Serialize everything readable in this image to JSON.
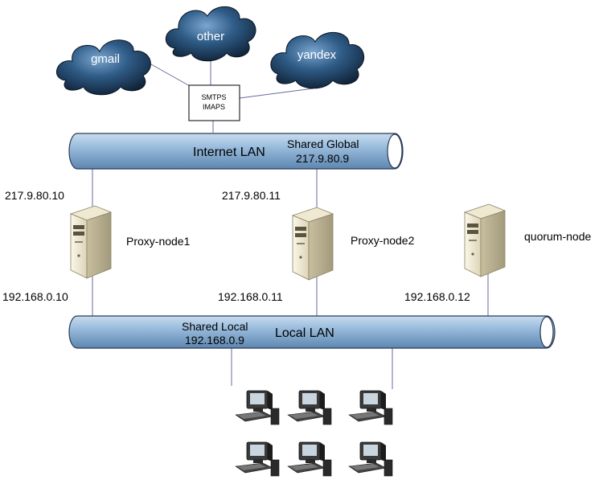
{
  "clouds": {
    "gmail": "gmail",
    "other": "other",
    "yandex": "yandex"
  },
  "gateway": {
    "line1": "SMTPS",
    "line2": "IMAPS"
  },
  "internet_lan": {
    "label": "Internet LAN",
    "shared_label": "Shared Global",
    "shared_ip": "217.9.80.9"
  },
  "local_lan": {
    "label": "Local LAN",
    "shared_label": "Shared Local",
    "shared_ip": "192.168.0.9"
  },
  "nodes": {
    "proxy1": {
      "name": "Proxy-node1",
      "public_ip": "217.9.80.10",
      "local_ip": "192.168.0.10"
    },
    "proxy2": {
      "name": "Proxy-node2",
      "public_ip": "217.9.80.11",
      "local_ip": "192.168.0.11"
    },
    "quorum": {
      "name": "quorum-node",
      "local_ip": "192.168.0.12"
    }
  },
  "colors": {
    "pipe_fill": "#8fb4d6",
    "pipe_stroke": "#2a3a55",
    "cloud_dark": "#0f2238",
    "cloud_mid": "#2b557d",
    "cloud_light": "#6f9cc4",
    "line": "#6a6aa0"
  }
}
